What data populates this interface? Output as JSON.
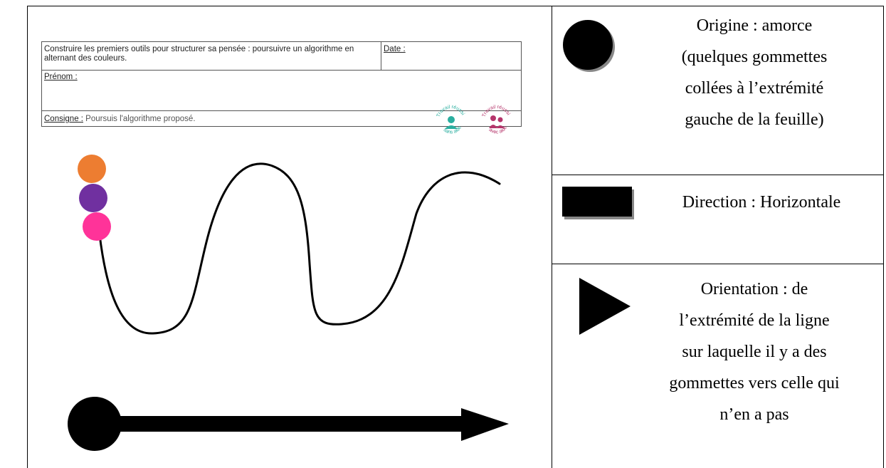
{
  "worksheet": {
    "title": "Construire les premiers outils pour structurer sa pensée : poursuivre un algorithme en alternant des couleurs.",
    "date_label": "Date :",
    "prenom_label": "Prénom :",
    "consigne_label": "Consigne :",
    "consigne_text": " Poursuis l'algorithme proposé.",
    "badge_without_help": "Travail réussi sans aide",
    "badge_with_help": "Travail réussi avec aide"
  },
  "stickers": [
    {
      "color": "#ED7D31"
    },
    {
      "color": "#7030A0"
    },
    {
      "color": "#FF3399"
    }
  ],
  "legend": {
    "origin": {
      "lines": [
        "Origine : amorce",
        "(quelques gommettes",
        "collées à l’extrémité",
        "gauche de la feuille)"
      ],
      "icon": "black-circle"
    },
    "direction": {
      "lines": [
        "Direction : Horizontale"
      ],
      "icon": "black-rectangle"
    },
    "orientation": {
      "lines": [
        "Orientation : de",
        "l’extrémité de la ligne",
        "sur laquelle il y a des",
        "gommettes vers celle qui",
        "n’en a pas"
      ],
      "icon": "black-triangle"
    }
  },
  "colors": {
    "badge_teal": "#2AAE9F",
    "badge_magenta": "#B5356B"
  }
}
